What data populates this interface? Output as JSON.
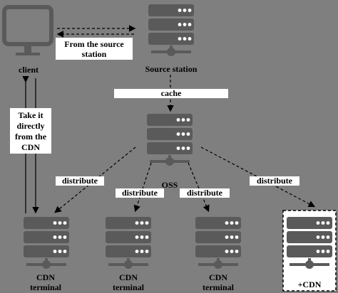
{
  "nodes": {
    "client": {
      "label": "client"
    },
    "source": {
      "label": "Source station"
    },
    "oss": {
      "label": "OSS"
    },
    "cdn1": {
      "label_line1": "CDN",
      "label_line2": "terminal"
    },
    "cdn2": {
      "label_line1": "CDN",
      "label_line2": "terminal"
    },
    "cdn3": {
      "label_line1": "CDN",
      "label_line2": "terminal"
    },
    "cdn4": {
      "label": "+CDN"
    }
  },
  "edges": {
    "from_source_line1": "From the source",
    "from_source_line2": "station",
    "cache": "cache",
    "take_line1": "Take it",
    "take_line2": "directly",
    "take_line3": "from the",
    "take_line4": "CDN",
    "distribute_1": "distribute",
    "distribute_2": "distribute",
    "distribute_3": "distribute",
    "distribute_4": "distribute"
  },
  "colors": {
    "background": "#7f7f7f",
    "server_body": "#5f5f5f",
    "server_light": "#ffffff",
    "label_bg": "#ffffff"
  }
}
